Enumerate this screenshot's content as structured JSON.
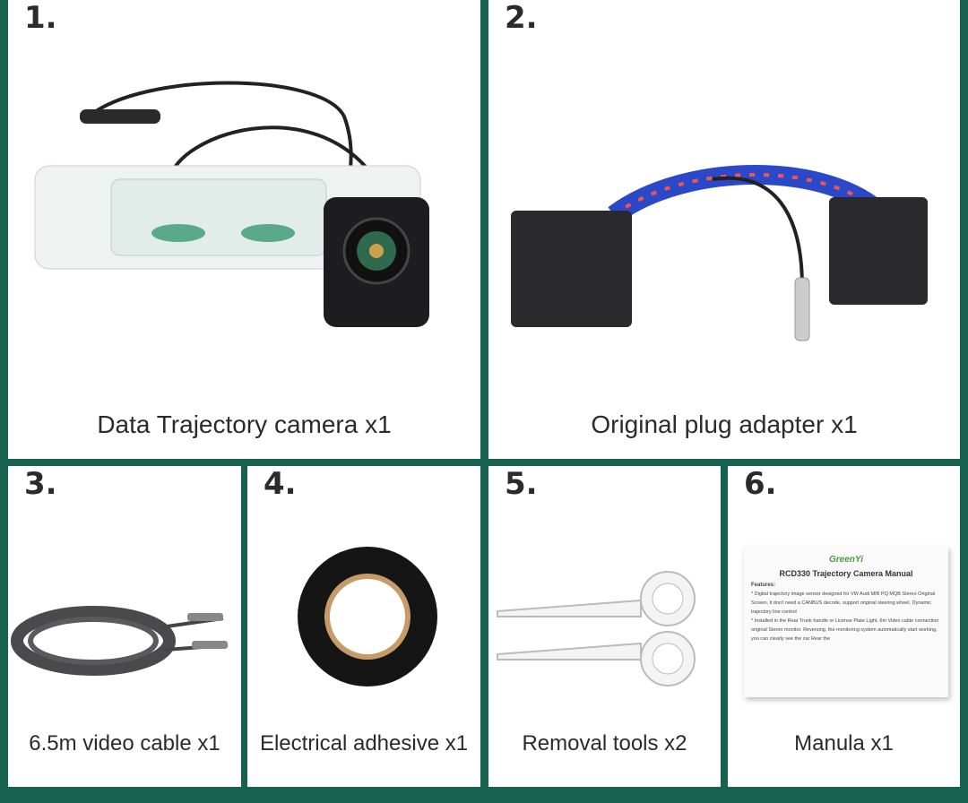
{
  "items": [
    {
      "number": "1.",
      "caption": "Data Trajectory camera x1"
    },
    {
      "number": "2.",
      "caption": "Original plug adapter x1"
    },
    {
      "number": "3.",
      "caption": "6.5m video cable x1"
    },
    {
      "number": "4.",
      "caption": "Electrical adhesive x1"
    },
    {
      "number": "5.",
      "caption": "Removal tools x2"
    },
    {
      "number": "6.",
      "caption": "Manula x1"
    }
  ],
  "manual": {
    "brand": "GreenYi",
    "title": "RCD330 Trajectory Camera Manual",
    "features_label": "Features:",
    "lines": [
      "* Digital trajectory image sensor designed for VW Audi MIB PQ MQB Stereo Original Screen, it don't need a CANBUS decode, support original steering wheel. Dynamic trajectory line control",
      "* Installed in the Rear Trunk handle or License Plate Light, 6m Video cable connection original Stereo monitor. Reversing, the monitoring system automatically start working, you can clearly see the car Rear the"
    ]
  },
  "colors": {
    "border": "#17614f",
    "text": "#2b2b2f"
  }
}
